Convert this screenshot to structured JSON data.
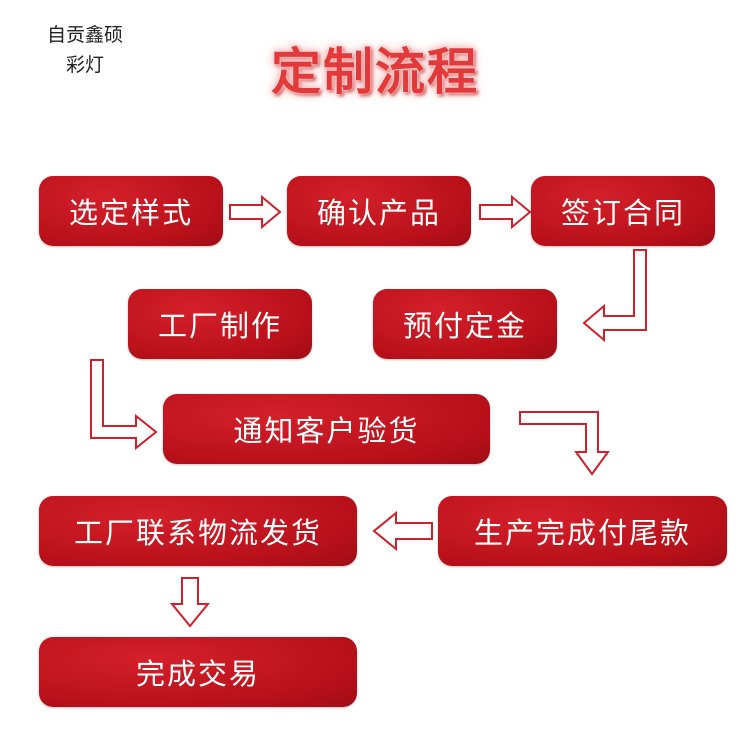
{
  "brand": {
    "line1": "自贡鑫硕",
    "line2": "彩灯"
  },
  "title": "定制流程",
  "colors": {
    "box": "#b8101a",
    "arrow_stroke": "#d0202a",
    "title": "#e23a3a"
  },
  "steps": [
    {
      "label": "选定样式"
    },
    {
      "label": "确认产品"
    },
    {
      "label": "签订合同"
    },
    {
      "label": "预付定金"
    },
    {
      "label": "工厂制作"
    },
    {
      "label": "通知客户验货"
    },
    {
      "label": "生产完成付尾款"
    },
    {
      "label": "工厂联系物流发货"
    },
    {
      "label": "完成交易"
    }
  ]
}
